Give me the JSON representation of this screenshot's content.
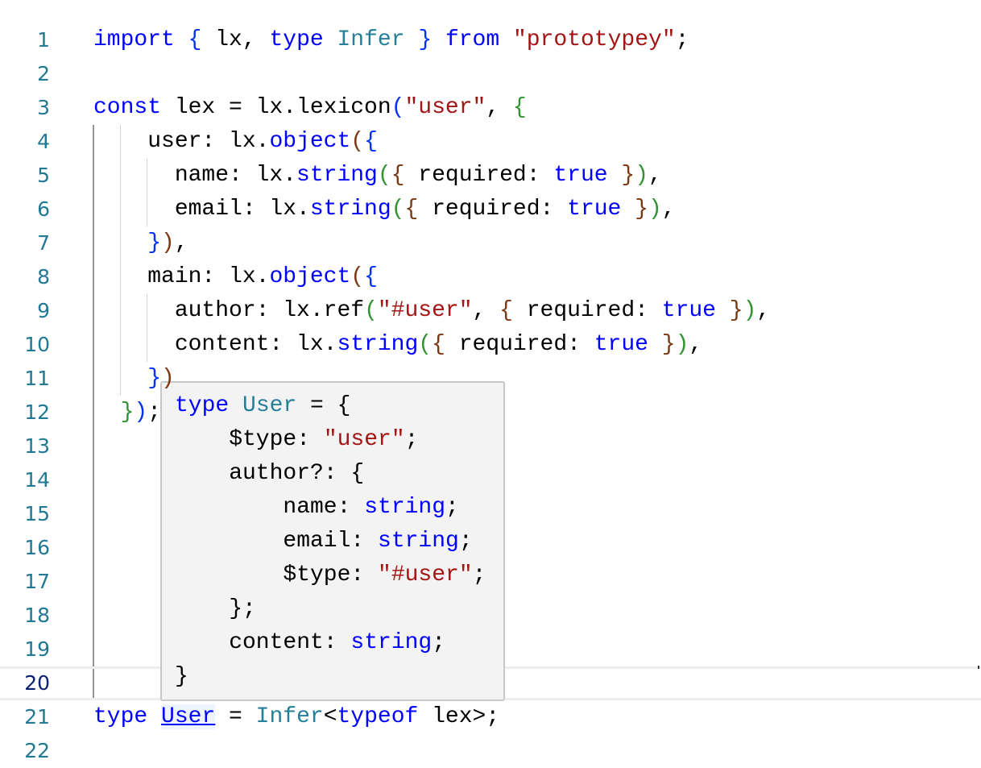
{
  "editor": {
    "lines": [
      {
        "num": "1",
        "tokens": [
          [
            "import",
            "kw"
          ],
          [
            " ",
            ""
          ],
          [
            "{",
            "b1"
          ],
          [
            " lx, ",
            ""
          ],
          [
            "type",
            "kw"
          ],
          [
            " ",
            ""
          ],
          [
            "Infer",
            "ty"
          ],
          [
            " ",
            ""
          ],
          [
            "}",
            "b1"
          ],
          [
            " ",
            ""
          ],
          [
            "from",
            "kw"
          ],
          [
            " ",
            ""
          ],
          [
            "\"prototypey\"",
            "str"
          ],
          [
            ";",
            ""
          ]
        ]
      },
      {
        "num": "2",
        "tokens": []
      },
      {
        "num": "3",
        "tokens": [
          [
            "const",
            "kw"
          ],
          [
            " lex = lx.lexicon",
            ""
          ],
          [
            "(",
            "b1"
          ],
          [
            "\"user\"",
            "str"
          ],
          [
            ", ",
            ""
          ],
          [
            "{",
            "b2"
          ]
        ]
      },
      {
        "num": "4",
        "tokens": [
          [
            "    user: lx.",
            ""
          ],
          [
            "object",
            "kw"
          ],
          [
            "(",
            "b3"
          ],
          [
            "{",
            "b1"
          ]
        ]
      },
      {
        "num": "5",
        "tokens": [
          [
            "      name: lx.",
            ""
          ],
          [
            "string",
            "kw"
          ],
          [
            "(",
            "b2"
          ],
          [
            "{",
            "b3"
          ],
          [
            " required: ",
            ""
          ],
          [
            "true",
            "kw"
          ],
          [
            " ",
            ""
          ],
          [
            "}",
            "b3"
          ],
          [
            ")",
            "b2"
          ],
          [
            ",",
            ""
          ]
        ]
      },
      {
        "num": "6",
        "tokens": [
          [
            "      email: lx.",
            ""
          ],
          [
            "string",
            "kw"
          ],
          [
            "(",
            "b2"
          ],
          [
            "{",
            "b3"
          ],
          [
            " required: ",
            ""
          ],
          [
            "true",
            "kw"
          ],
          [
            " ",
            ""
          ],
          [
            "}",
            "b3"
          ],
          [
            ")",
            "b2"
          ],
          [
            ",",
            ""
          ]
        ]
      },
      {
        "num": "7",
        "tokens": [
          [
            "    ",
            ""
          ],
          [
            "}",
            "b1"
          ],
          [
            ")",
            "b3"
          ],
          [
            ",",
            ""
          ]
        ]
      },
      {
        "num": "8",
        "tokens": [
          [
            "    main: lx.",
            ""
          ],
          [
            "object",
            "kw"
          ],
          [
            "(",
            "b3"
          ],
          [
            "{",
            "b1"
          ]
        ]
      },
      {
        "num": "9",
        "tokens": [
          [
            "      author: lx.ref",
            ""
          ],
          [
            "(",
            "b2"
          ],
          [
            "\"#user\"",
            "str"
          ],
          [
            ", ",
            ""
          ],
          [
            "{",
            "b3"
          ],
          [
            " required: ",
            ""
          ],
          [
            "true",
            "kw"
          ],
          [
            " ",
            ""
          ],
          [
            "}",
            "b3"
          ],
          [
            ")",
            "b2"
          ],
          [
            ",",
            ""
          ]
        ]
      },
      {
        "num": "10",
        "tokens": [
          [
            "      content: lx.",
            ""
          ],
          [
            "string",
            "kw"
          ],
          [
            "(",
            "b2"
          ],
          [
            "{",
            "b3"
          ],
          [
            " required: ",
            ""
          ],
          [
            "true",
            "kw"
          ],
          [
            " ",
            ""
          ],
          [
            "}",
            "b3"
          ],
          [
            ")",
            "b2"
          ],
          [
            ",",
            ""
          ]
        ]
      },
      {
        "num": "11",
        "tokens": [
          [
            "    ",
            ""
          ],
          [
            "}",
            "b1"
          ],
          [
            ")",
            "b3"
          ]
        ]
      },
      {
        "num": "12",
        "tokens": [
          [
            "  ",
            ""
          ],
          [
            "}",
            "b2"
          ],
          [
            ")",
            "b1"
          ],
          [
            ";",
            ""
          ]
        ]
      },
      {
        "num": "13",
        "tokens": []
      },
      {
        "num": "14",
        "tokens": []
      },
      {
        "num": "15",
        "tokens": []
      },
      {
        "num": "16",
        "tokens": []
      },
      {
        "num": "17",
        "tokens": []
      },
      {
        "num": "18",
        "tokens": []
      },
      {
        "num": "19",
        "tokens": []
      },
      {
        "num": "20",
        "tokens": []
      },
      {
        "num": "21",
        "tokens": [
          [
            "type",
            "kw"
          ],
          [
            " ",
            ""
          ],
          [
            "User",
            "ref"
          ],
          [
            " = ",
            ""
          ],
          [
            "Infer",
            "ty"
          ],
          [
            "<",
            ""
          ],
          [
            "typeof",
            "kw"
          ],
          [
            " lex>;",
            ""
          ]
        ]
      },
      {
        "num": "22",
        "tokens": []
      }
    ],
    "active_line": "20"
  },
  "hover_tooltip": {
    "lines": [
      {
        "indent": 0,
        "tokens": [
          [
            "type",
            "kw"
          ],
          [
            " ",
            ""
          ],
          [
            "User",
            "ty"
          ],
          [
            " = {",
            ""
          ]
        ]
      },
      {
        "indent": 1,
        "tokens": [
          [
            "$type: ",
            ""
          ],
          [
            "\"user\"",
            "str"
          ],
          [
            ";",
            ""
          ]
        ]
      },
      {
        "indent": 1,
        "tokens": [
          [
            "author?: {",
            ""
          ]
        ]
      },
      {
        "indent": 2,
        "tokens": [
          [
            "name: ",
            ""
          ],
          [
            "string",
            "kw"
          ],
          [
            ";",
            ""
          ]
        ]
      },
      {
        "indent": 2,
        "tokens": [
          [
            "email: ",
            ""
          ],
          [
            "string",
            "kw"
          ],
          [
            ";",
            ""
          ]
        ]
      },
      {
        "indent": 2,
        "tokens": [
          [
            "$type: ",
            ""
          ],
          [
            "\"#user\"",
            "str"
          ],
          [
            ";",
            ""
          ]
        ]
      },
      {
        "indent": 1,
        "tokens": [
          [
            "};",
            ""
          ]
        ]
      },
      {
        "indent": 1,
        "tokens": [
          [
            "content: ",
            ""
          ],
          [
            "string",
            "kw"
          ],
          [
            ";",
            ""
          ]
        ]
      },
      {
        "indent": 0,
        "tokens": [
          [
            "}",
            ""
          ]
        ]
      }
    ]
  }
}
